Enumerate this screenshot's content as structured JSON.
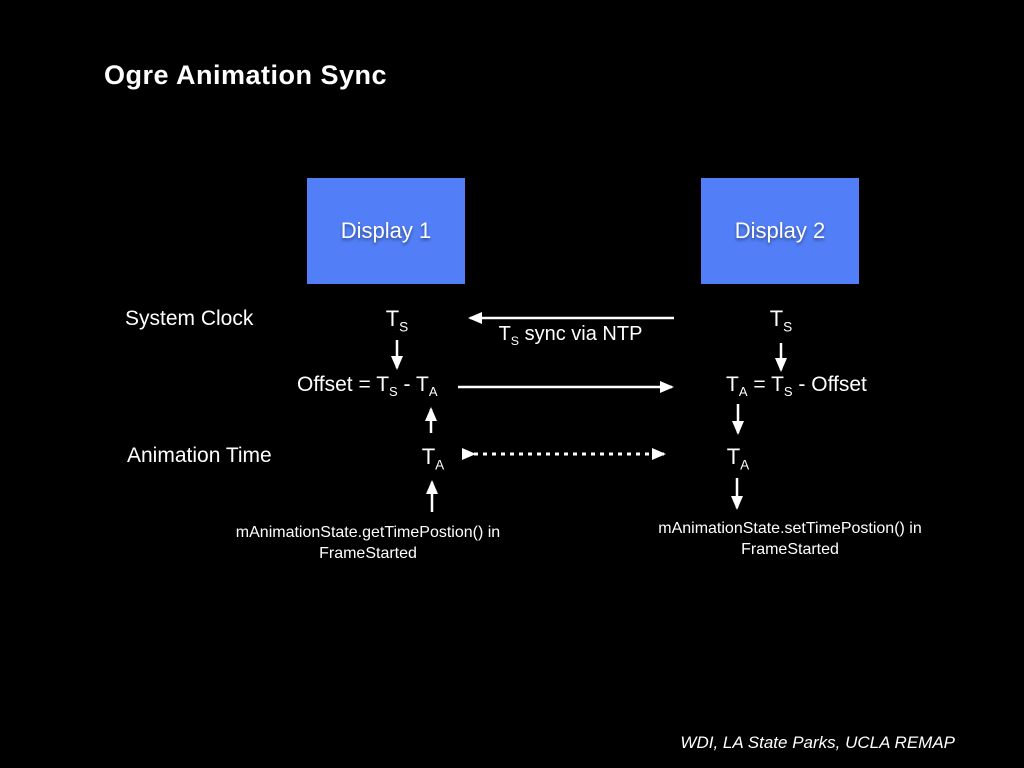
{
  "slide": {
    "title": "Ogre Animation Sync",
    "footer": "WDI, LA State Parks, UCLA REMAP",
    "colors": {
      "background": "#000000",
      "box_fill": "#527ff7",
      "text": "#ffffff"
    },
    "displays": {
      "display1": "Display 1",
      "display2": "Display 2"
    },
    "row_labels": {
      "system_clock": "System Clock",
      "animation_time": "Animation Time"
    },
    "symbols": {
      "ts": {
        "base": "T",
        "sub": "S"
      },
      "ta": {
        "base": "T",
        "sub": "A"
      }
    },
    "sync_label": {
      "base": "T",
      "sub": "S",
      "rest": " sync via NTP"
    },
    "offset_formula": {
      "p1": "Offset = T",
      "s1": "S",
      "p2": " - T",
      "s2": "A"
    },
    "ta_formula": {
      "p1": "T",
      "s1": "A",
      "p2": " = T",
      "s2": "S",
      "p3": " - Offset"
    },
    "captions": {
      "left_line1": "mAnimationState.getTimePostion() in",
      "left_line2": "FrameStarted",
      "right_line1": "mAnimationState.setTimePostion() in",
      "right_line2": "FrameStarted"
    }
  }
}
